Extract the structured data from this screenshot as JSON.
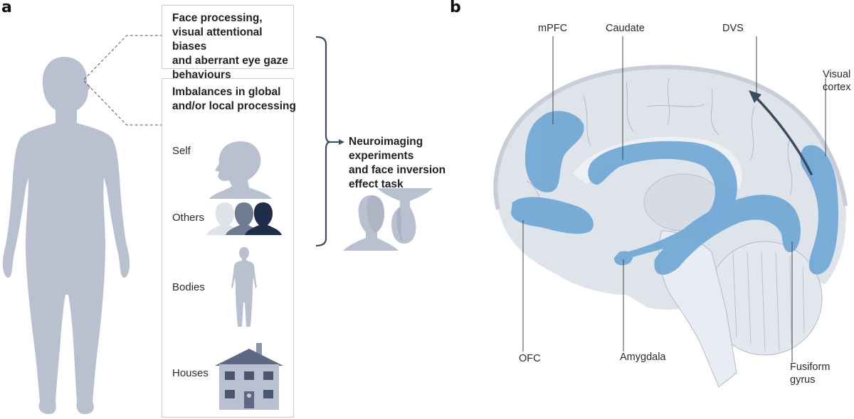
{
  "panel_a": {
    "letter": "a",
    "box_top": {
      "title": "Face processing,\nvisual attentional biases\nand aberrant eye gaze\nbehaviours"
    },
    "box_bottom": {
      "title": "Imbalances in global\nand/or local processing",
      "categories": [
        {
          "label": "Self",
          "icon": "head-profile-icon"
        },
        {
          "label": "Others",
          "icon": "group-heads-icon"
        },
        {
          "label": "Bodies",
          "icon": "body-silhouette-icon"
        },
        {
          "label": "Houses",
          "icon": "house-icon"
        }
      ]
    },
    "outcome": {
      "text": "Neuroimaging\nexperiments\nand face inversion\neffect task",
      "icon": "face-inversion-icon"
    }
  },
  "panel_b": {
    "letter": "b",
    "labels": {
      "mpfc": "mPFC",
      "caudate": "Caudate",
      "dvs": "DVS",
      "visual_cortex": "Visual\ncortex",
      "ofc": "OFC",
      "amygdala": "Amygdala",
      "fusiform": "Fusiform\ngyrus"
    }
  },
  "colors": {
    "silhouette": "#b9c0cf",
    "highlight": "#6fa8d6",
    "brain": "#dfe3ea",
    "dark_navy": "#3a4a63"
  }
}
